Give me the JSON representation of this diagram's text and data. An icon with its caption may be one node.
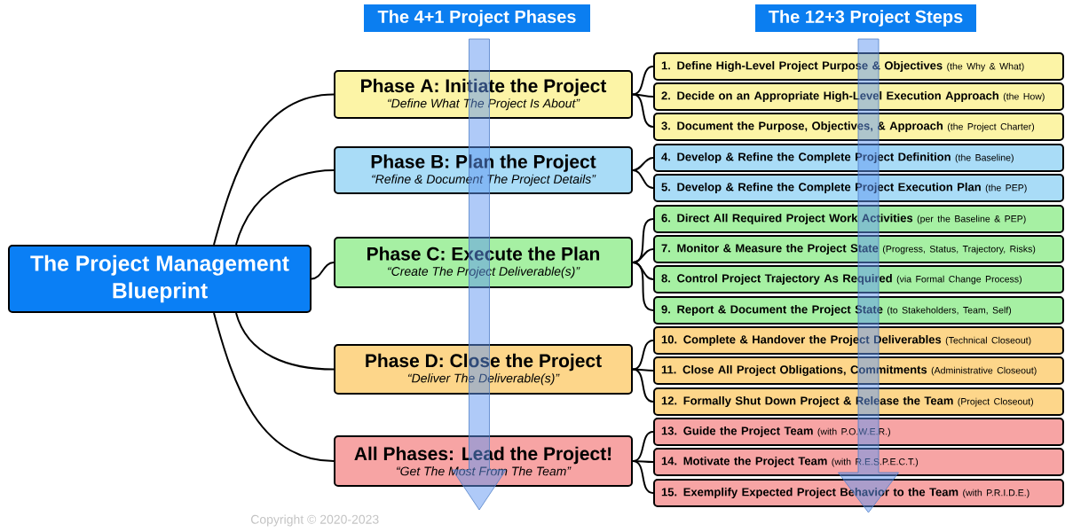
{
  "diagram": {
    "nodes": [
      {
        "text": [
          "The 4+1 Project Phases"
        ]
      },
      {
        "text": [
          "The 12+3 Project Steps"
        ]
      },
      {
        "text": [
          "The Project Management Blueprint"
        ]
      },
      {
        "text": [
          "Phase A: Initiate the Project",
          "“Define What The Project Is About”"
        ]
      },
      {
        "text": [
          "Phase B: Plan the Project",
          "“Refine & Document The Project Details”"
        ]
      },
      {
        "text": [
          "Phase C: Execute the Plan",
          "“Create The Project Deliverable(s)”"
        ]
      },
      {
        "text": [
          "Phase D: Close the Project",
          "“Deliver The Deliverable(s)”"
        ]
      },
      {
        "text": [
          "All Phases: Lead the Project!",
          "“Get The Most From The Team”"
        ]
      },
      {
        "text": [
          "1. Define High-Level Project Purpose & Objectives",
          "(the Why & What)"
        ]
      },
      {
        "text": [
          "2. Decide on an Appropriate High-Level Execution Approach",
          "(the How)"
        ]
      },
      {
        "text": [
          "3. Document the Purpose, Objectives, & Approach",
          "(the Project Charter)"
        ]
      },
      {
        "text": [
          "4. Develop & Refine the Complete Project Definition",
          "(the Baseline)"
        ]
      },
      {
        "text": [
          "5. Develop & Refine the Complete Project Execution Plan",
          "(the PEP)"
        ]
      },
      {
        "text": [
          "6. Direct All Required Project Work Activities",
          "(per the Baseline & PEP)"
        ]
      },
      {
        "text": [
          "7. Monitor & Measure the Project State",
          "(Progress, Status, Trajectory, Risks)"
        ]
      },
      {
        "text": [
          "8. Control Project Trajectory As Required",
          "(via Formal Change Process)"
        ]
      },
      {
        "text": [
          "9. Report & Document the Project State",
          "(to Stakeholders, Team, Self)"
        ]
      },
      {
        "text": [
          "10. Complete & Handover the Project Deliverables",
          "(Technical Closeout)"
        ]
      },
      {
        "text": [
          "11. Close All Project Obligations, Commitments",
          "(Administrative Closeout)"
        ]
      },
      {
        "text": [
          "12. Formally Shut Down Project & Release the Team",
          "(Project Closeout)"
        ]
      },
      {
        "text": [
          "13. Guide the Project Team",
          "(with P.O.W.E.R.)"
        ]
      },
      {
        "text": [
          "14. Motivate the Project Team",
          "(with R.E.S.P.E.C.T.)"
        ]
      },
      {
        "text": [
          "15. Exemplify Expected Project Behavior to the Team",
          "(with P.R.I.D.E.)"
        ]
      }
    ],
    "edges": [
      {
        "from": 2,
        "to": 3,
        "arrow": "none"
      },
      {
        "from": 2,
        "to": 4,
        "arrow": "none"
      },
      {
        "from": 2,
        "to": 5,
        "arrow": "none"
      },
      {
        "from": 2,
        "to": 6,
        "arrow": "none"
      },
      {
        "from": 2,
        "to": 7,
        "arrow": "none"
      },
      {
        "from": 3,
        "to": 8,
        "arrow": "none"
      },
      {
        "from": 3,
        "to": 9,
        "arrow": "none"
      },
      {
        "from": 3,
        "to": 10,
        "arrow": "none"
      },
      {
        "from": 4,
        "to": 11,
        "arrow": "none"
      },
      {
        "from": 4,
        "to": 12,
        "arrow": "none"
      },
      {
        "from": 5,
        "to": 13,
        "arrow": "none"
      },
      {
        "from": 5,
        "to": 14,
        "arrow": "none"
      },
      {
        "from": 5,
        "to": 15,
        "arrow": "none"
      },
      {
        "from": 5,
        "to": 16,
        "arrow": "none"
      },
      {
        "from": 6,
        "to": 17,
        "arrow": "none"
      },
      {
        "from": 6,
        "to": 18,
        "arrow": "none"
      },
      {
        "from": 6,
        "to": 19,
        "arrow": "none"
      },
      {
        "from": 7,
        "to": 20,
        "arrow": "none"
      },
      {
        "from": 7,
        "to": 21,
        "arrow": "none"
      },
      {
        "from": 7,
        "to": 22,
        "arrow": "none"
      }
    ],
    "labels": [
      "Copyright © 2020-2023"
    ]
  }
}
